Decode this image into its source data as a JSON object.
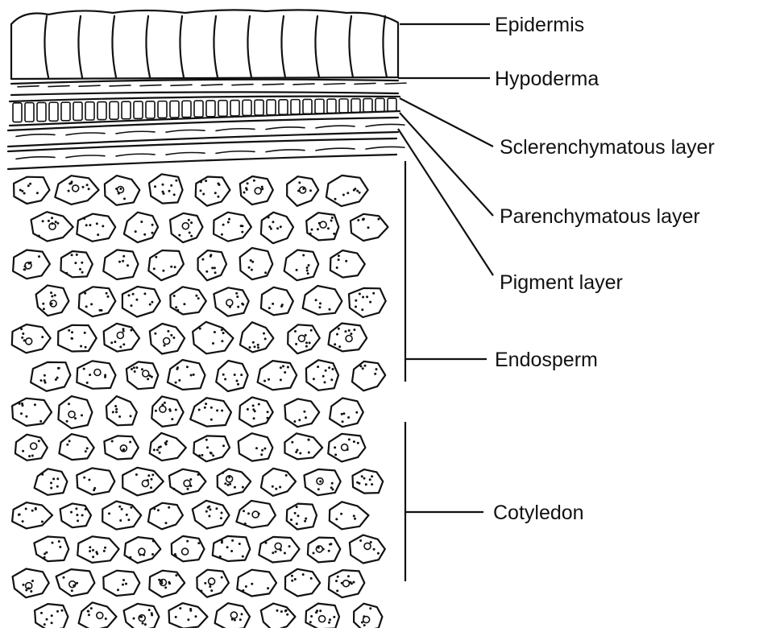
{
  "diagram": {
    "labels": {
      "epidermis": "Epidermis",
      "hypoderma": "Hypoderma",
      "sclerenchymatous": "Sclerenchymatous layer",
      "parenchymatous": "Parenchymatous layer",
      "pigment": "Pigment layer",
      "endosperm": "Endosperm",
      "cotyledon": "Cotyledon"
    }
  }
}
